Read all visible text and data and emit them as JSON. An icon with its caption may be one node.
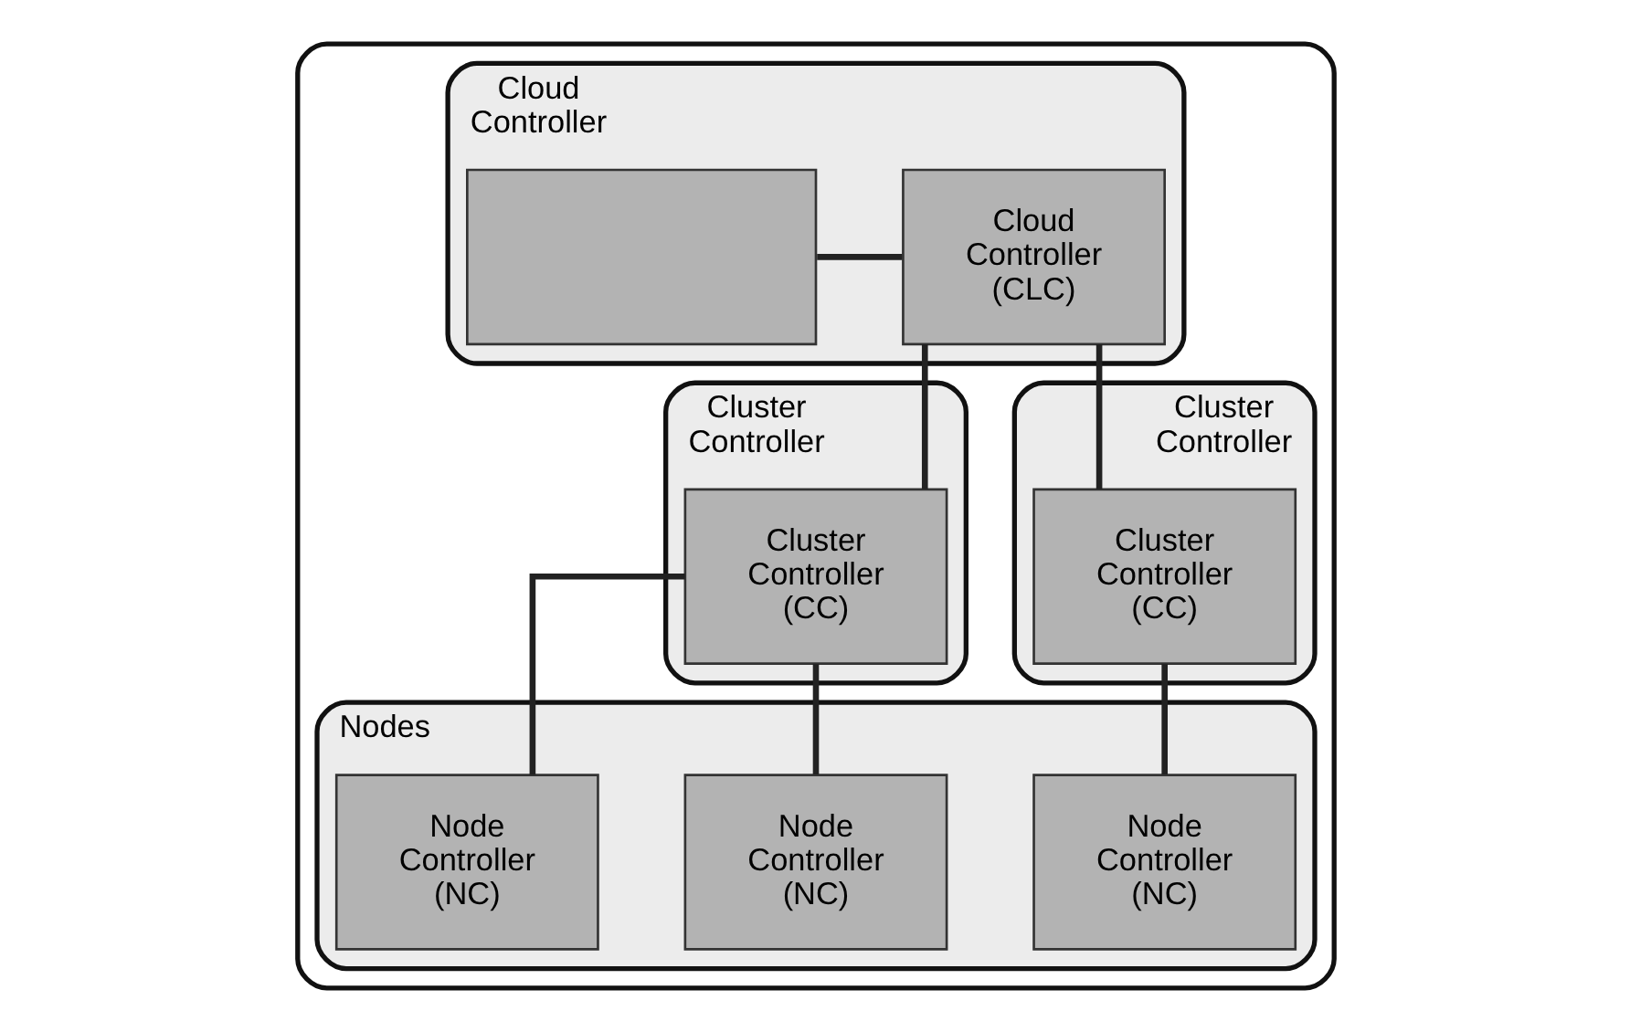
{
  "diagram": {
    "nodes": [
      {
        "text": [],
        "shape": "box"
      },
      {
        "text": [
          "Cloud Controller"
        ],
        "in": 0
      },
      {
        "text": [],
        "shape": "box",
        "in": 1
      },
      {
        "text": [
          "Cloud Controller (CLC)"
        ],
        "in": 1
      },
      {
        "text": [
          "Cluster Controller"
        ],
        "in": 0
      },
      {
        "text": [
          "Cluster Controller (CC)"
        ],
        "in": 4
      },
      {
        "text": [
          "Cluster Controller"
        ],
        "in": 0
      },
      {
        "text": [
          "Cluster Controller (CC)"
        ],
        "in": 6
      },
      {
        "text": [
          "Nodes"
        ],
        "in": 0
      },
      {
        "text": [
          "Node Controller (NC)"
        ],
        "in": 8
      },
      {
        "text": [
          "Node Controller (NC)"
        ],
        "in": 8
      },
      {
        "text": [
          "Node Controller (NC)"
        ],
        "in": 8
      }
    ],
    "edges": [
      {
        "from": 2,
        "to": 3,
        "arrow": "none"
      },
      {
        "from": 3,
        "to": 5,
        "arrow": "none"
      },
      {
        "from": 3,
        "to": 7,
        "arrow": "none"
      },
      {
        "from": 5,
        "to": 9,
        "arrow": "none"
      },
      {
        "from": 5,
        "to": 10,
        "arrow": "none"
      },
      {
        "from": 7,
        "to": 11,
        "arrow": "none"
      }
    ]
  }
}
